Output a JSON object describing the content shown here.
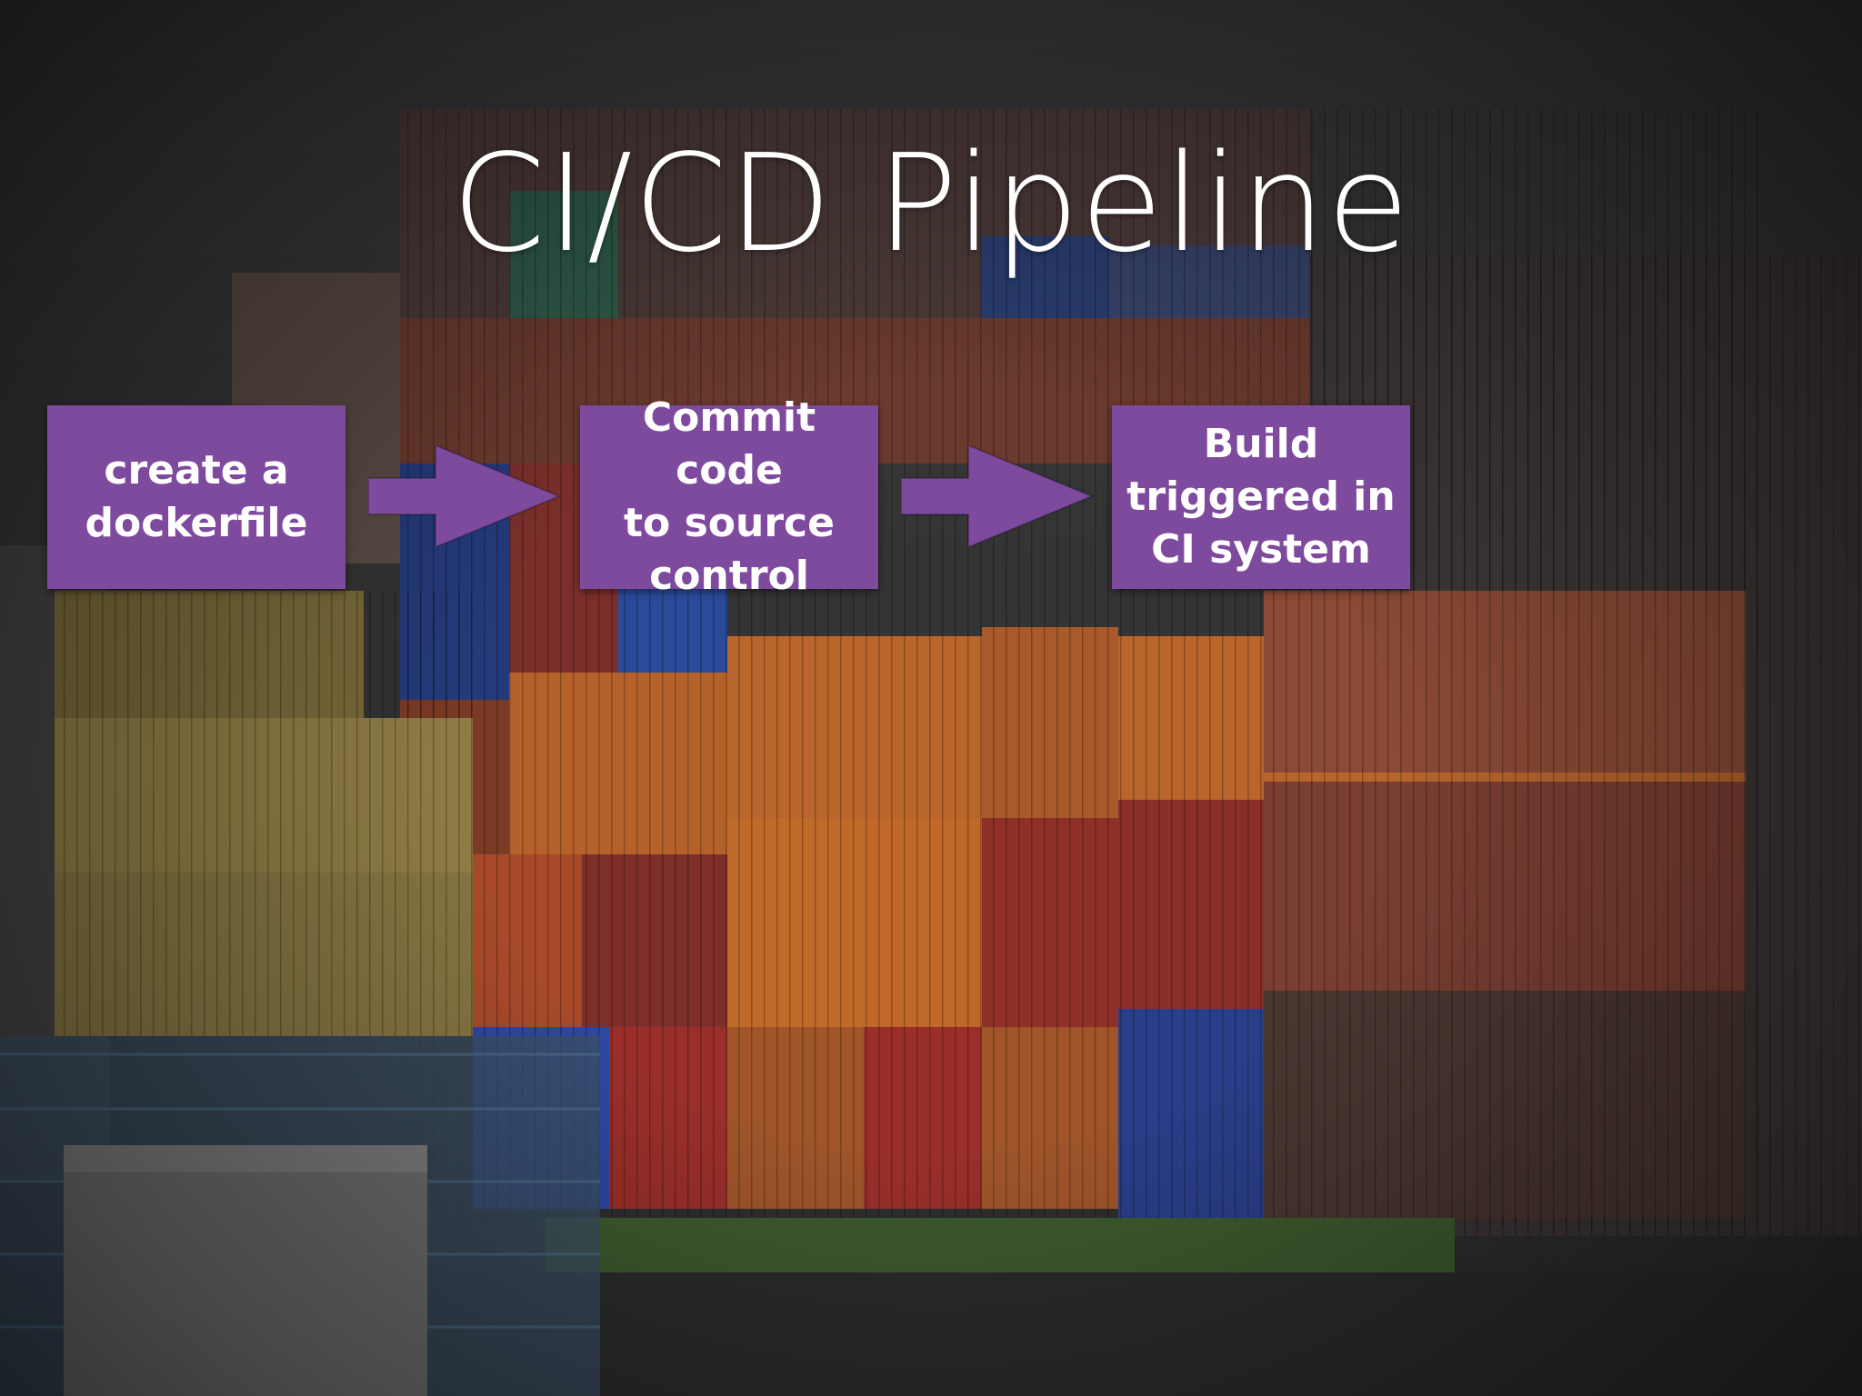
{
  "slide": {
    "title": "CI/CD Pipeline",
    "background_image": "shipping containers stacked in a port yard, darkened",
    "accent_color": "#7e4a9e",
    "steps": [
      {
        "label": "create a\ndockerfile"
      },
      {
        "label": "Commit code\nto source\ncontrol"
      },
      {
        "label": "Build\ntriggered in\nCI system"
      }
    ],
    "connectors": [
      {
        "icon": "right-arrow-icon"
      },
      {
        "icon": "right-arrow-icon"
      }
    ]
  }
}
